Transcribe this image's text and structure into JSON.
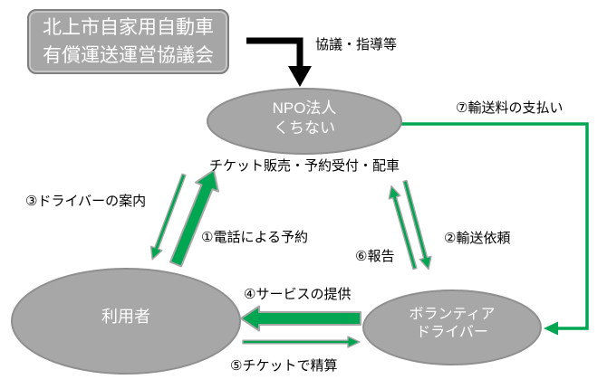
{
  "council_box": {
    "line1": "北上市自家用自動車",
    "line2": "有償運送運営協議会"
  },
  "nodes": {
    "npo": {
      "line1": "NPO法人",
      "line2": "くちない"
    },
    "users": {
      "label": "利用者"
    },
    "volunteer_driver": {
      "line1": "ボランティア",
      "line2": "ドライバー"
    }
  },
  "edge_labels": {
    "consultation_guidance": "協議・指導等",
    "ticket_sales_dispatch": "チケット販売・予約受付・配車",
    "step1_phone_reservation": "①電話による予約",
    "step2_transport_request": "②輸送依頼",
    "step3_driver_guide": "③ドライバーの案内",
    "step4_service_provision": "④サービスの提供",
    "step5_ticket_settlement": "⑤チケットで精算",
    "step6_report": "⑥報告",
    "step7_transport_fee_payment": "⑦輸送料の支払い"
  },
  "colors": {
    "green": "#00a651",
    "node_fill": "#a7a7a7",
    "node_border": "#8f8f8f",
    "arrow_outline": "#a6a6a6",
    "black": "#000000",
    "text_on_node": "#ffffff"
  }
}
